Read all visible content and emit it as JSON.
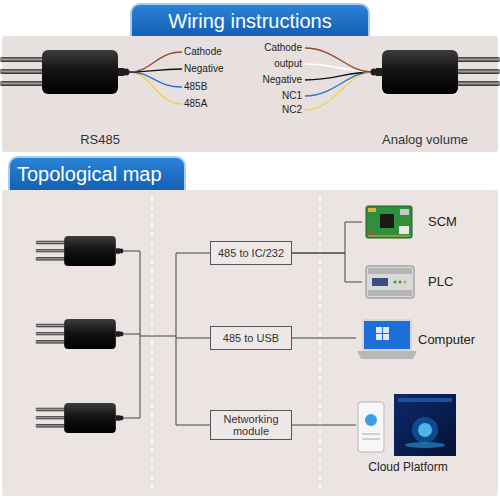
{
  "diagram": {
    "nodes": [
      {
        "text": [
          "Wiring instructions"
        ]
      },
      {
        "text": [
          "Topological map"
        ]
      },
      {
        "text": [
          "485 to IC/232"
        ]
      },
      {
        "text": [
          "485 to USB"
        ]
      },
      {
        "text": [
          "Networking module"
        ]
      },
      {
        "text": [
          "SCM"
        ]
      },
      {
        "text": [
          "PLC"
        ]
      },
      {
        "text": [
          "Computer"
        ]
      },
      {
        "text": [
          "Cloud Platform"
        ]
      }
    ],
    "edges": [
      {
        "from": 2,
        "to": 5,
        "arrow": "none"
      },
      {
        "from": 2,
        "to": 6,
        "arrow": "none"
      },
      {
        "from": 3,
        "to": 7,
        "arrow": "none"
      },
      {
        "from": 4,
        "to": 8,
        "arrow": "none"
      }
    ],
    "labels": [
      "Cathode",
      "Negative",
      "485B",
      "485A",
      "Cathode",
      "output",
      "Negative",
      "NC1",
      "NC2",
      "RS485",
      "Analog volume"
    ]
  }
}
